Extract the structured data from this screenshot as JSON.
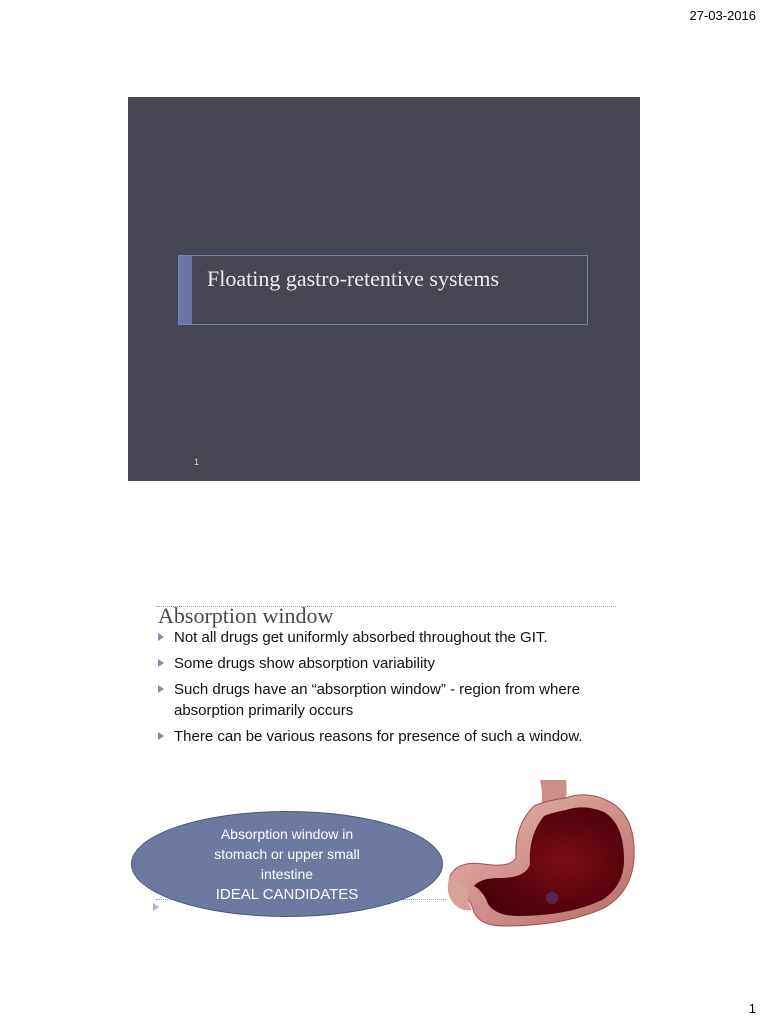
{
  "header": {
    "date": "27-03-2016"
  },
  "footer": {
    "page_number": "1"
  },
  "slide1": {
    "title": "Floating gastro-retentive systems",
    "slide_number": "1"
  },
  "slide2": {
    "title": "Absorption window",
    "bullets": [
      "Not all drugs get uniformly absorbed throughout the GIT.",
      "Some drugs show absorption variability",
      "Such drugs have an “absorption window” -  region from where absorption primarily occurs",
      "There can be various reasons for presence of such a window."
    ],
    "callout": {
      "line1": "Absorption window in",
      "line2": "stomach or upper small",
      "line3": "intestine",
      "emphasis": "IDEAL CANDIDATES"
    },
    "image_label": "stomach-illustration"
  },
  "colors": {
    "slide_background": "#474753",
    "accent": "#6e75a6",
    "callout_fill": "#6e79a2"
  }
}
